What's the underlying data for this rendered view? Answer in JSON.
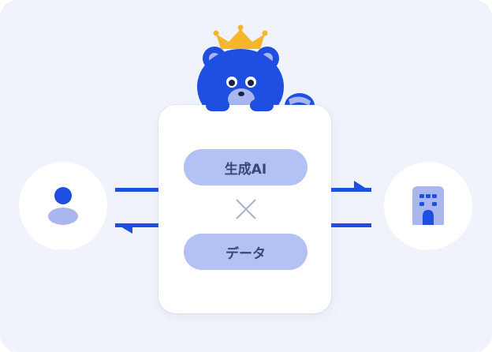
{
  "diagram": {
    "top_pill": "生成AI",
    "bottom_pill": "データ",
    "operator": "×"
  },
  "icons": {
    "person": "person-icon",
    "building": "building-icon",
    "mascot": "bear-mascot-with-crown",
    "multiply": "multiply-icon"
  },
  "colors": {
    "background": "#f0f3fb",
    "arrow": "#1f4fe0",
    "mascot_blue": "#1f4fe0",
    "crown": "#f7b52c",
    "pill": "#b4c1f4",
    "pill_text": "#3b4674",
    "icon_light": "#a9b7ee"
  }
}
